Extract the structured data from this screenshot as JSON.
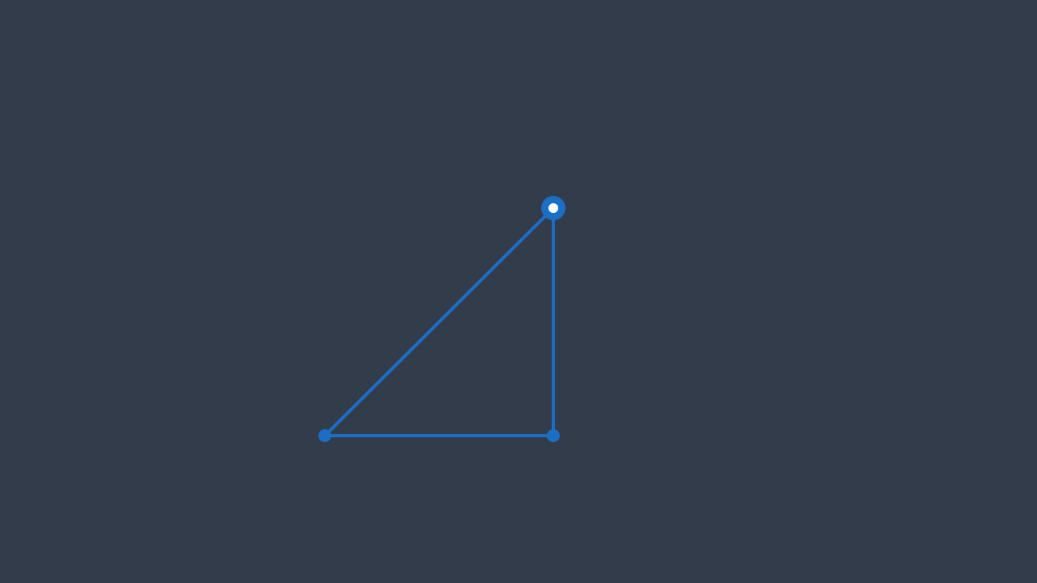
{
  "canvas": {
    "background": "#323c4a"
  },
  "shape": {
    "type": "polygon",
    "stroke_color": "#1a6fc4",
    "vertex_color": "#1a6fc4",
    "selected_vertex_color": "#1a6fc4",
    "selected_vertex_core": "#ffffff",
    "vertices": [
      {
        "id": "bottom-left",
        "selected": false
      },
      {
        "id": "bottom-right",
        "selected": false
      },
      {
        "id": "top-right",
        "selected": true
      }
    ]
  }
}
